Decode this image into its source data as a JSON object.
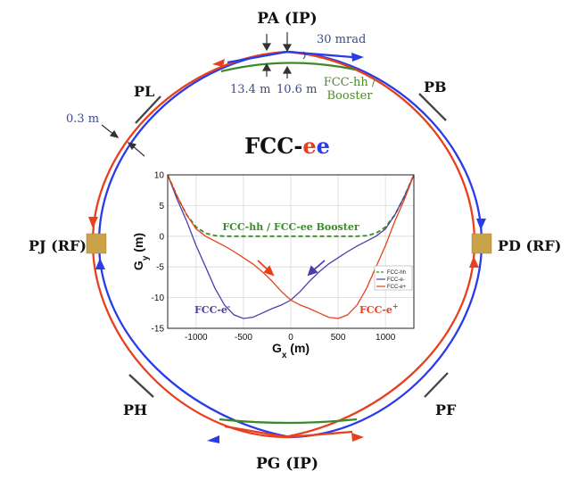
{
  "diagram": {
    "title": {
      "prefix": "FCC-",
      "e1": "e",
      "e2": "e"
    },
    "points": {
      "pa": "PA (IP)",
      "pb": "PB",
      "pd": "PD (RF)",
      "pf": "PF",
      "pg": "PG (IP)",
      "ph": "PH",
      "pj": "PJ (RF)",
      "pl": "PL"
    },
    "labels": {
      "mrad": "30 mrad",
      "d1": "13.4 m",
      "d2": "10.6 m",
      "sep": "0.3 m",
      "hh_line1": "FCC-hh /",
      "hh_line2": "Booster"
    },
    "colors": {
      "electron": "#2a3bea",
      "positron": "#e8401c",
      "hadron": "#3b8a2a",
      "rf": "#c9a24a",
      "label_blue": "#3c4a8c",
      "label_green": "#4c8a2a"
    }
  },
  "chart_data": {
    "type": "line",
    "xlabel_main": "G",
    "xlabel_sub": "x",
    "xlabel_unit": " (m)",
    "ylabel_main": "G",
    "ylabel_sub": "y",
    "ylabel_unit": " (m)",
    "xlim": [
      -1300,
      1300
    ],
    "ylim": [
      -15,
      10
    ],
    "xticks": [
      -1000,
      -500,
      0,
      500,
      1000
    ],
    "yticks": [
      10,
      5,
      0,
      -5,
      -10,
      -15
    ],
    "grid": true,
    "legend_position": "right",
    "series": [
      {
        "name": "FCC-hh",
        "color": "#3b8a2a",
        "dashed": true,
        "x": [
          -1300,
          -1200,
          -1100,
          -1000,
          -900,
          -800,
          -700,
          -600,
          -400,
          0,
          400,
          600,
          700,
          800,
          900,
          1000,
          1100,
          1200,
          1300
        ],
        "y": [
          10,
          6.5,
          3.5,
          1.5,
          0.5,
          0.1,
          0,
          0,
          0,
          0,
          0,
          0,
          0,
          0.1,
          0.5,
          1.5,
          3.5,
          6.5,
          10
        ]
      },
      {
        "name": "FCC-e-",
        "color": "#4a3fa8",
        "dashed": false,
        "x": [
          -1300,
          -1200,
          -1100,
          -1000,
          -900,
          -800,
          -700,
          -600,
          -500,
          -400,
          -300,
          -200,
          -100,
          0,
          100,
          200,
          300,
          400,
          500,
          600,
          700,
          800,
          900,
          1000,
          1100,
          1200,
          1300
        ],
        "y": [
          10,
          6,
          2.5,
          -1.5,
          -5,
          -8.5,
          -11.2,
          -12.8,
          -13.4,
          -13.2,
          -12.5,
          -11.8,
          -11.2,
          -10.4,
          -9,
          -7.3,
          -5.8,
          -4.5,
          -3.5,
          -2.5,
          -1.6,
          -0.8,
          0,
          1.2,
          3.5,
          6.5,
          10
        ]
      },
      {
        "name": "FCC-e+",
        "color": "#e8401c",
        "dashed": false,
        "x": [
          -1300,
          -1200,
          -1100,
          -1000,
          -900,
          -800,
          -700,
          -600,
          -500,
          -400,
          -300,
          -200,
          -100,
          0,
          100,
          200,
          300,
          400,
          500,
          600,
          700,
          800,
          900,
          1000,
          1100,
          1200,
          1300
        ],
        "y": [
          10,
          6.5,
          3.5,
          1.2,
          0,
          -0.8,
          -1.6,
          -2.5,
          -3.5,
          -4.5,
          -5.8,
          -7.3,
          -9,
          -10.4,
          -11.2,
          -11.8,
          -12.5,
          -13.2,
          -13.4,
          -12.8,
          -11.2,
          -8.5,
          -5,
          -1.5,
          2.5,
          6,
          10
        ]
      }
    ],
    "annotations": {
      "center": "FCC-hh / FCC-ee Booster",
      "left": "FCC-e",
      "left_sup": "-",
      "right": "FCC-e",
      "right_sup": "+"
    }
  }
}
